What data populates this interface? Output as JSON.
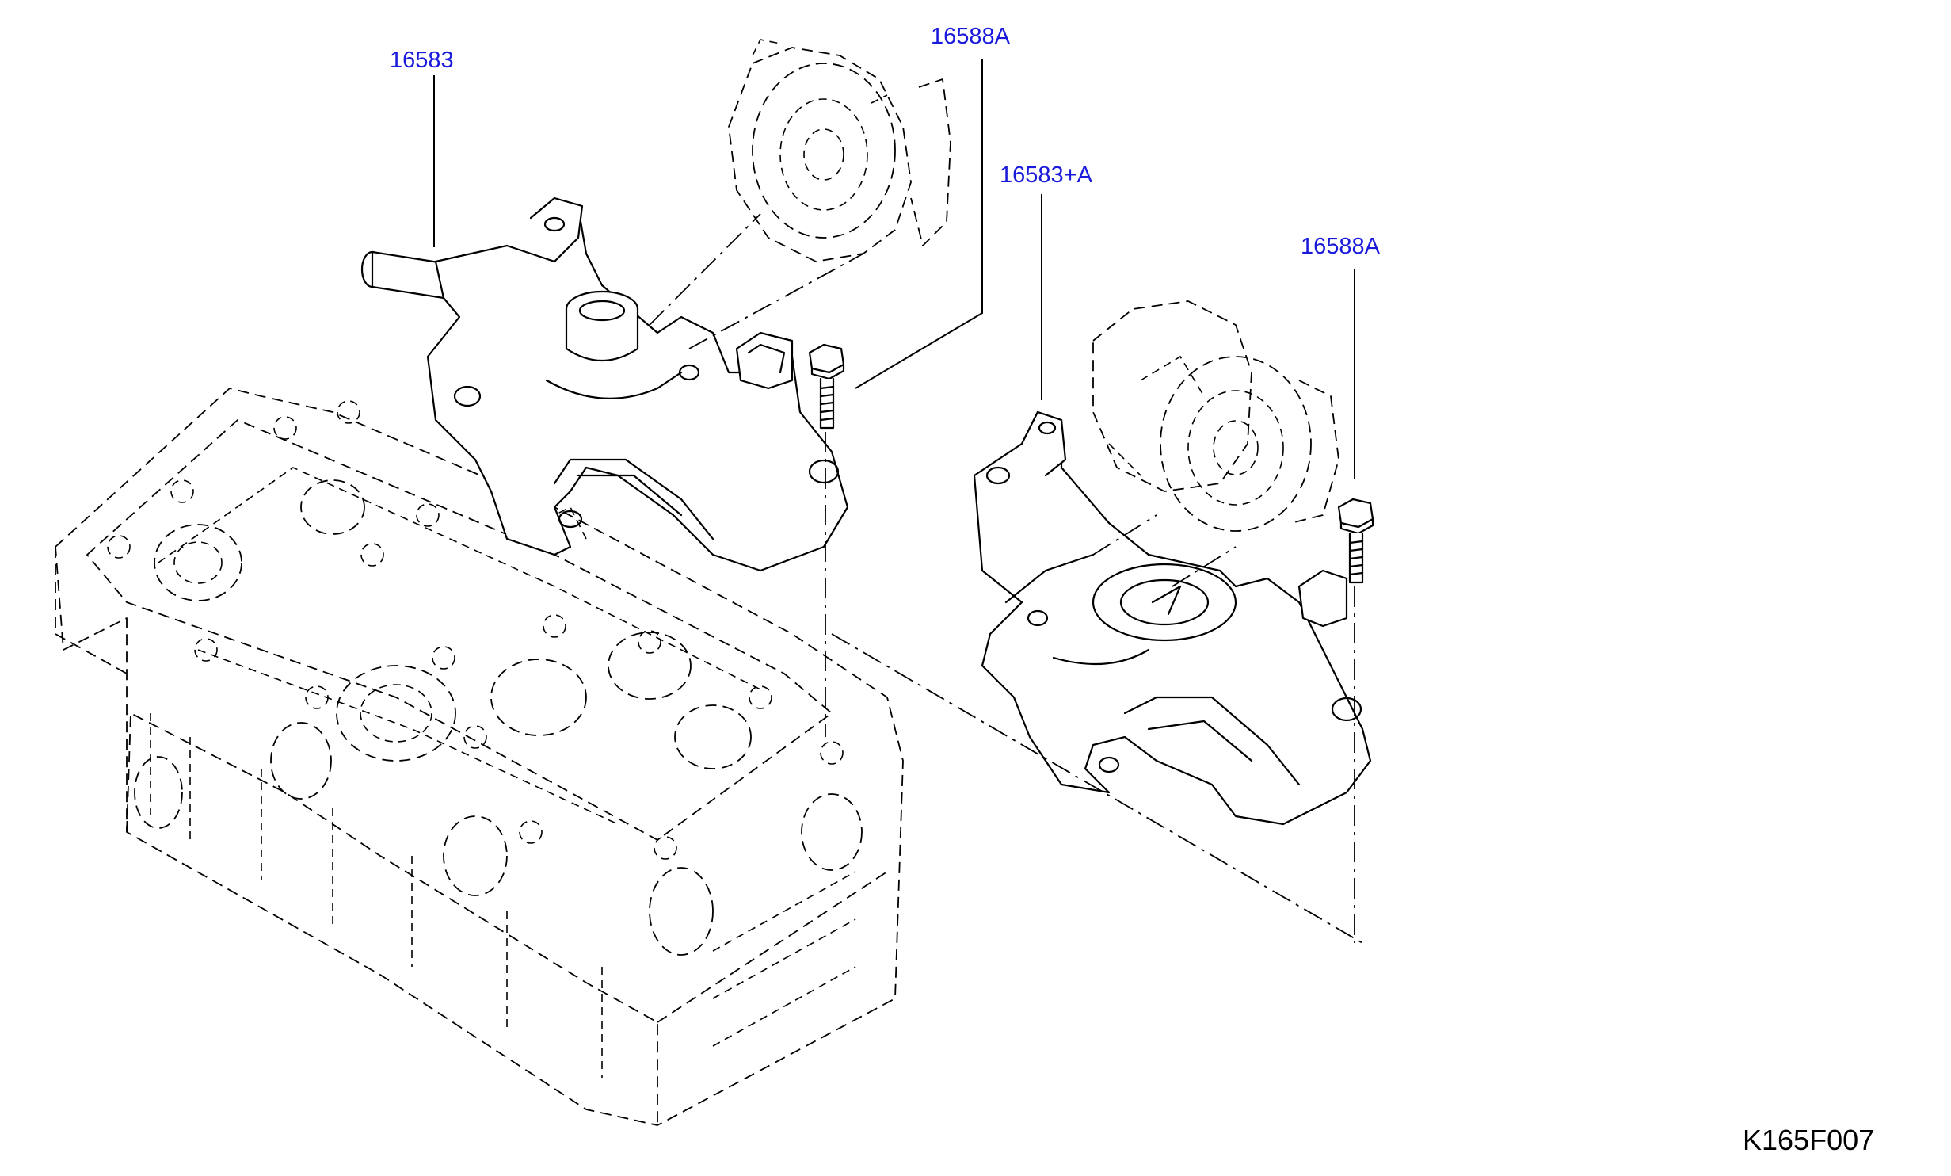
{
  "callouts": {
    "part_16583": "16583",
    "part_16588a_top": "16588A",
    "part_16583_a": "16583+A",
    "part_16588a_right": "16588A"
  },
  "diagram_code": "K165F007",
  "colors": {
    "callout_text": "#1a1adb",
    "line_art": "#000000",
    "background": "#ffffff"
  }
}
